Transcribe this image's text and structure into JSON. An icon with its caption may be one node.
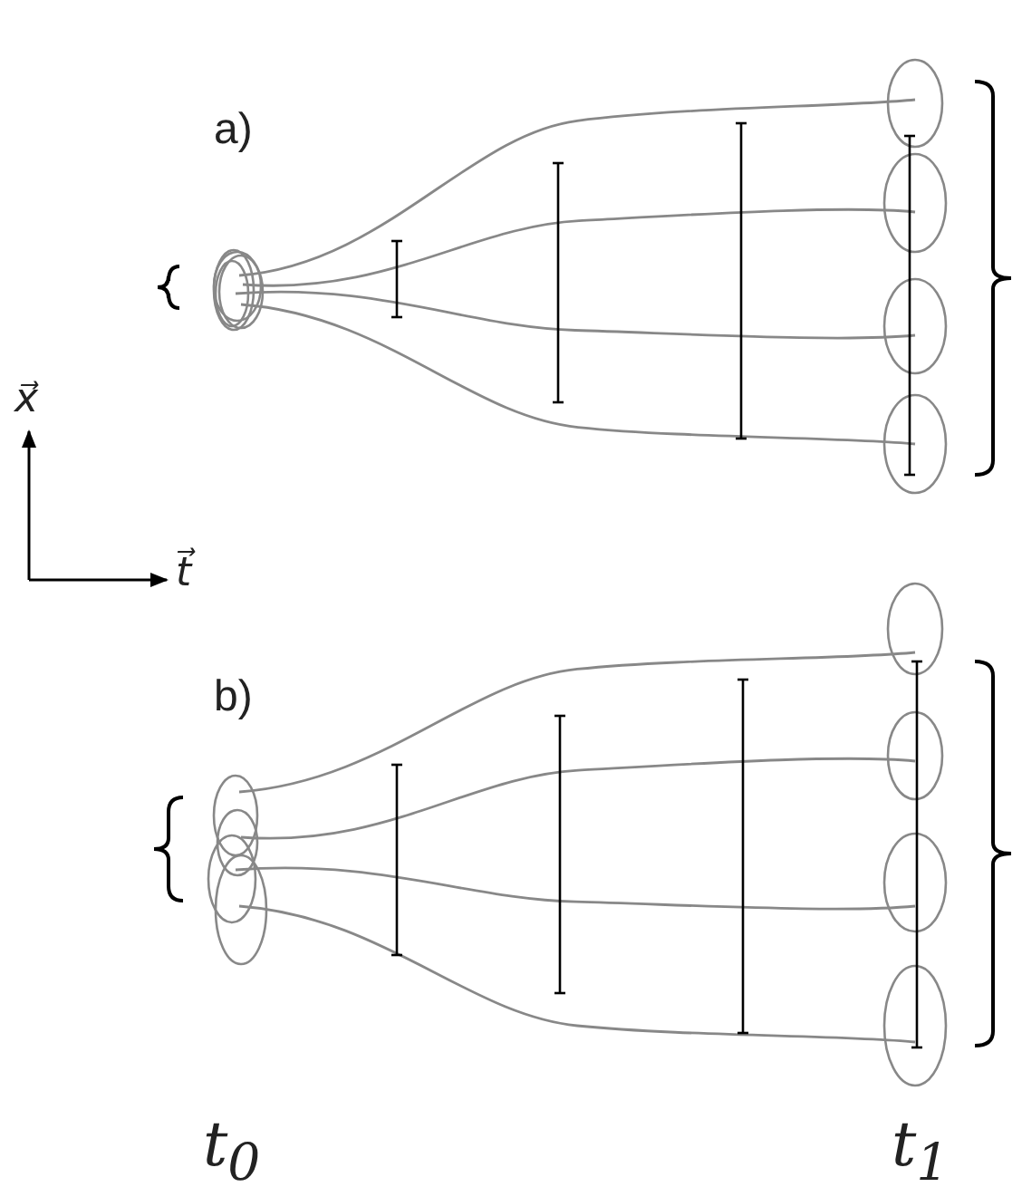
{
  "diagram": {
    "labels": [
      "a)",
      "b)",
      "x⃗",
      "t⃗",
      "t$_{0}$",
      "t$_{1}$"
    ]
  }
}
